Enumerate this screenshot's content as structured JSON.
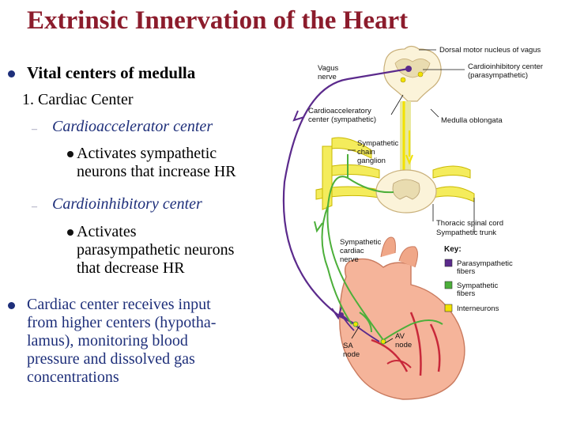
{
  "slide": {
    "title": "Extrinsic Innervation of the Heart",
    "bullet1": "Vital centers of medulla",
    "item1": "1. Cardiac Center",
    "sub1": "Cardioaccelerator center",
    "sub1_detail": [
      "Activates sympathetic",
      "neurons that increase HR"
    ],
    "sub2": "Cardioinhibitory center",
    "sub2_detail": [
      "Activates",
      "parasympathetic neurons",
      "that decrease HR"
    ],
    "bullet2": [
      "Cardiac center receives input",
      "from higher centers (hypotha-",
      "lamus), monitoring blood",
      "pressure and dissolved gas",
      "concentrations"
    ],
    "dash_symbol": "–"
  },
  "figure": {
    "labels": {
      "dorsal_motor": "Dorsal motor nucleus of vagus",
      "vagus": [
        "Vagus",
        "nerve"
      ],
      "cardioinhibitory": [
        "Cardioinhibitory center",
        "(parasympathetic)"
      ],
      "cardioacceleratory": [
        "Cardioacceleratory",
        "center (sympathetic)"
      ],
      "medulla": "Medulla oblongata",
      "ganglion": [
        "Sympathetic",
        "chain",
        "ganglion"
      ],
      "thoracic": "Thoracic spinal cord",
      "trunk": "Sympathetic trunk",
      "cardiac_nerve": [
        "Sympathetic",
        "cardiac",
        "nerve"
      ],
      "sa_node": [
        "SA",
        "node"
      ],
      "av_node": [
        "AV",
        "node"
      ]
    },
    "key": {
      "heading": "Key:",
      "items": [
        {
          "label": [
            "Parasympathetic",
            "fibers"
          ],
          "color": "#5b2a8c"
        },
        {
          "label": [
            "Sympathetic",
            "fibers"
          ],
          "color": "#4caf3a"
        },
        {
          "label": [
            "Interneurons"
          ],
          "color": "#f2e200"
        }
      ]
    },
    "colors": {
      "parasympathetic": "#5b2a8c",
      "sympathetic": "#4caf3a",
      "interneuron": "#f2e200",
      "heart": "#f5b49a",
      "vessel": "#c8283a",
      "title": "#8c1c2c",
      "text_blue": "#1e2f7a"
    }
  }
}
